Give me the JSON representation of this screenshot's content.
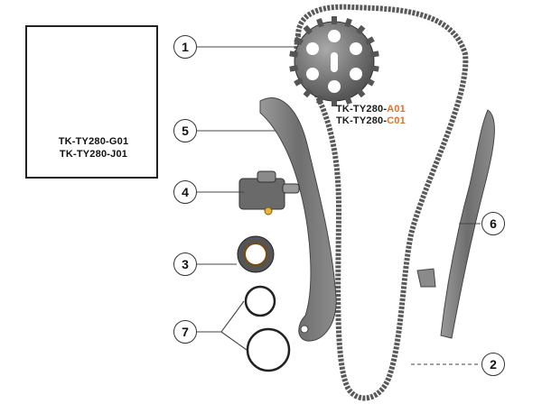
{
  "inset": {
    "codes": [
      "TK-TY280-G01",
      "TK-TY280-J01"
    ]
  },
  "main_sprocket": {
    "code_line1_prefix": "TK-TY280-",
    "code_line1_suffix": "A01",
    "code_line2_prefix": "TK-TY280-",
    "code_line2_suffix": "C01"
  },
  "callouts": [
    "1",
    "2",
    "3",
    "4",
    "5",
    "6",
    "7"
  ],
  "colors": {
    "accent": "#e0702a",
    "chain": "#555555",
    "part": "#7a7a7a",
    "leader": "#444444"
  }
}
